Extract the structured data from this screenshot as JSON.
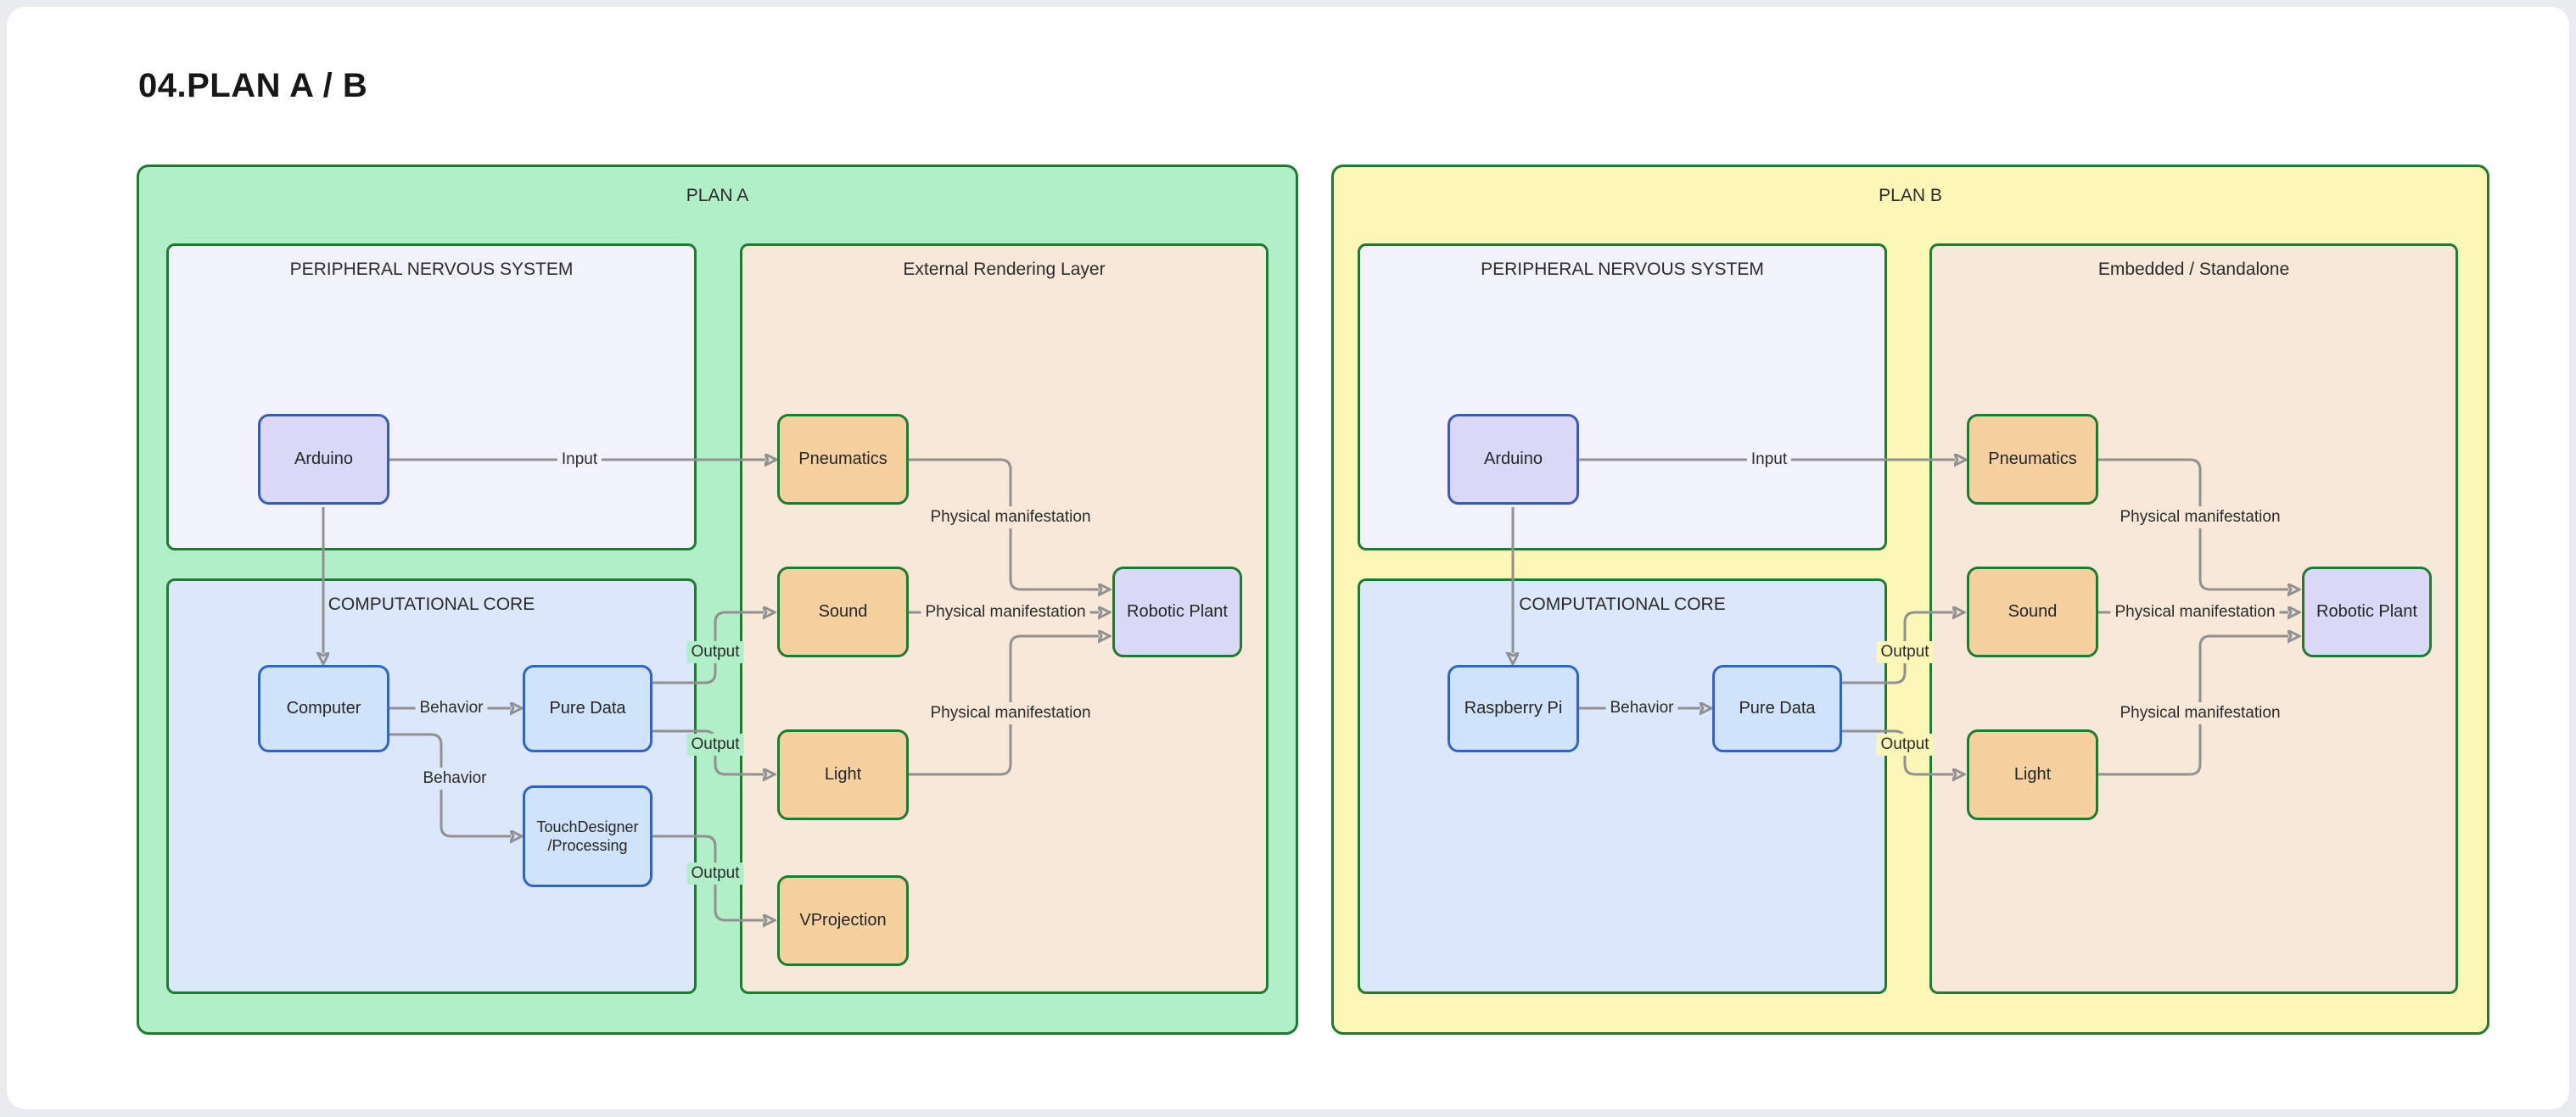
{
  "page": {
    "title": "04.PLAN A / B"
  },
  "palette": {
    "plan_a_fill": "#b0efc7",
    "plan_b_fill": "#fcf7b6",
    "green_border": "#1d7c31",
    "pns_fill": "#f2f2fc",
    "core_fill": "#dbe8fb",
    "render_fill": "#f8e8d8",
    "blue_node_fill": "#cfe3fa",
    "blue_node_border": "#2e63c8",
    "lavender_node_fill": "#d9d8f7",
    "lavender_node_border": "#3a5bb5",
    "peach_node_fill": "#f6d1a0",
    "edge_color": "#919191"
  },
  "plan_a": {
    "title": "PLAN A",
    "pns": {
      "title": "PERIPHERAL NERVOUS SYSTEM"
    },
    "core": {
      "title": "COMPUTATIONAL CORE"
    },
    "render": {
      "title": "External Rendering Layer"
    },
    "nodes": {
      "arduino": "Arduino",
      "computer": "Computer",
      "pure_data": "Pure Data",
      "touchdesigner_line1": "TouchDesigner",
      "touchdesigner_line2": "/Processing",
      "pneumatics": "Pneumatics",
      "sound": "Sound",
      "light": "Light",
      "vprojection": "VProjection",
      "robotic_plant": "Robotic Plant"
    },
    "edges": {
      "input": "Input",
      "behavior_pd": "Behavior",
      "behavior_td": "Behavior",
      "output_sound": "Output",
      "output_light": "Output",
      "output_vprojection": "Output",
      "pm_pneumatics": "Physical manifestation",
      "pm_sound": "Physical manifestation",
      "pm_light": "Physical manifestation"
    }
  },
  "plan_b": {
    "title": "PLAN B",
    "pns": {
      "title": "PERIPHERAL NERVOUS SYSTEM"
    },
    "core": {
      "title": "COMPUTATIONAL CORE"
    },
    "render": {
      "title": "Embedded / Standalone"
    },
    "nodes": {
      "arduino": "Arduino",
      "raspberry_pi": "Raspberry Pi",
      "pure_data": "Pure Data",
      "pneumatics": "Pneumatics",
      "sound": "Sound",
      "light": "Light",
      "robotic_plant": "Robotic Plant"
    },
    "edges": {
      "input": "Input",
      "behavior_pd": "Behavior",
      "output_sound": "Output",
      "output_light": "Output",
      "pm_pneumatics": "Physical manifestation",
      "pm_sound": "Physical manifestation",
      "pm_light": "Physical manifestation"
    }
  }
}
